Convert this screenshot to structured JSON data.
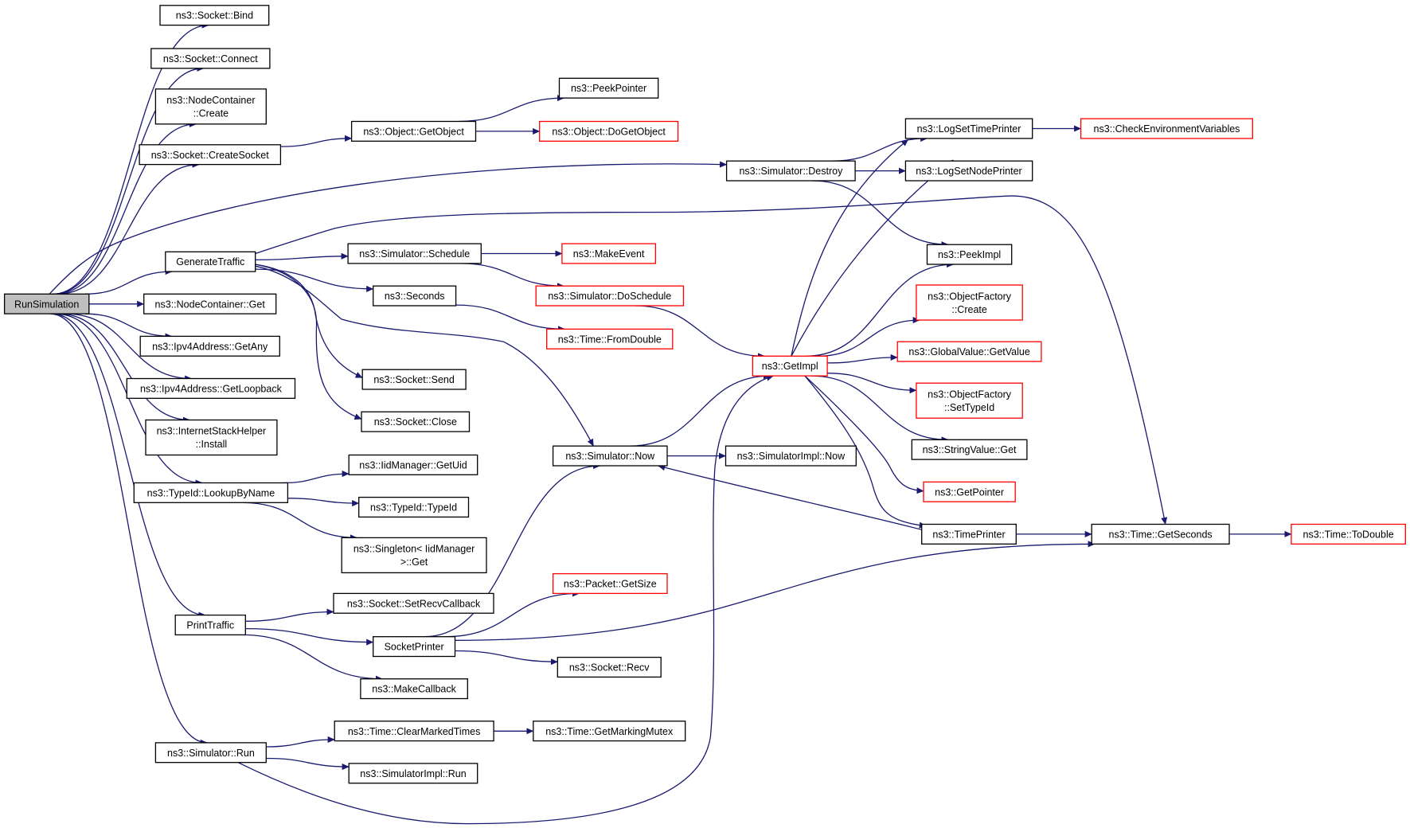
{
  "colors": {
    "edge": "#191970",
    "internal_border": "#000000",
    "external_border": "#ff0000",
    "root_fill": "#bfbfbf"
  },
  "nodes": [
    {
      "id": "runsim",
      "lines": [
        "RunSimulation"
      ],
      "kind": "root"
    },
    {
      "id": "bind",
      "lines": [
        "ns3::Socket::Bind"
      ],
      "kind": "internal"
    },
    {
      "id": "connect",
      "lines": [
        "ns3::Socket::Connect"
      ],
      "kind": "internal"
    },
    {
      "id": "nc_create",
      "lines": [
        "ns3::NodeContainer",
        "::Create"
      ],
      "kind": "internal"
    },
    {
      "id": "createsocket",
      "lines": [
        "ns3::Socket::CreateSocket"
      ],
      "kind": "internal"
    },
    {
      "id": "genTraffic",
      "lines": [
        "GenerateTraffic"
      ],
      "kind": "internal"
    },
    {
      "id": "nc_get",
      "lines": [
        "ns3::NodeContainer::Get"
      ],
      "kind": "internal"
    },
    {
      "id": "getany",
      "lines": [
        "ns3::Ipv4Address::GetAny"
      ],
      "kind": "internal"
    },
    {
      "id": "getloopback",
      "lines": [
        "ns3::Ipv4Address::GetLoopback"
      ],
      "kind": "internal"
    },
    {
      "id": "ish_install",
      "lines": [
        "ns3::InternetStackHelper",
        "::Install"
      ],
      "kind": "internal"
    },
    {
      "id": "lookupbyname",
      "lines": [
        "ns3::TypeId::LookupByName"
      ],
      "kind": "internal"
    },
    {
      "id": "printtraffic",
      "lines": [
        "PrintTraffic"
      ],
      "kind": "internal"
    },
    {
      "id": "sim_run",
      "lines": [
        "ns3::Simulator::Run"
      ],
      "kind": "internal"
    },
    {
      "id": "getobject",
      "lines": [
        "ns3::Object::GetObject"
      ],
      "kind": "internal"
    },
    {
      "id": "peekpointer",
      "lines": [
        "ns3::PeekPointer"
      ],
      "kind": "internal"
    },
    {
      "id": "dogetobject",
      "lines": [
        "ns3::Object::DoGetObject"
      ],
      "kind": "external"
    },
    {
      "id": "sim_destroy",
      "lines": [
        "ns3::Simulator::Destroy"
      ],
      "kind": "internal"
    },
    {
      "id": "sim_schedule",
      "lines": [
        "ns3::Simulator::Schedule"
      ],
      "kind": "internal"
    },
    {
      "id": "makeevent",
      "lines": [
        "ns3::MakeEvent"
      ],
      "kind": "external"
    },
    {
      "id": "doschedule",
      "lines": [
        "ns3::Simulator::DoSchedule"
      ],
      "kind": "external"
    },
    {
      "id": "seconds",
      "lines": [
        "ns3::Seconds"
      ],
      "kind": "internal"
    },
    {
      "id": "fromdouble",
      "lines": [
        "ns3::Time::FromDouble"
      ],
      "kind": "external"
    },
    {
      "id": "send",
      "lines": [
        "ns3::Socket::Send"
      ],
      "kind": "internal"
    },
    {
      "id": "close",
      "lines": [
        "ns3::Socket::Close"
      ],
      "kind": "internal"
    },
    {
      "id": "getuid",
      "lines": [
        "ns3::IidManager::GetUid"
      ],
      "kind": "internal"
    },
    {
      "id": "typeid",
      "lines": [
        "ns3::TypeId::TypeId"
      ],
      "kind": "internal"
    },
    {
      "id": "singleton_get",
      "lines": [
        "ns3::Singleton< IidManager",
        ">::Get"
      ],
      "kind": "internal"
    },
    {
      "id": "setrecvcb",
      "lines": [
        "ns3::Socket::SetRecvCallback"
      ],
      "kind": "internal"
    },
    {
      "id": "socketprinter",
      "lines": [
        "SocketPrinter"
      ],
      "kind": "internal"
    },
    {
      "id": "makecallback",
      "lines": [
        "ns3::MakeCallback"
      ],
      "kind": "internal"
    },
    {
      "id": "packet_getsize",
      "lines": [
        "ns3::Packet::GetSize"
      ],
      "kind": "external"
    },
    {
      "id": "socket_recv",
      "lines": [
        "ns3::Socket::Recv"
      ],
      "kind": "internal"
    },
    {
      "id": "clearmarked",
      "lines": [
        "ns3::Time::ClearMarkedTimes"
      ],
      "kind": "internal"
    },
    {
      "id": "getmarkingmutex",
      "lines": [
        "ns3::Time::GetMarkingMutex"
      ],
      "kind": "internal"
    },
    {
      "id": "simimpl_run",
      "lines": [
        "ns3::SimulatorImpl::Run"
      ],
      "kind": "internal"
    },
    {
      "id": "sim_now",
      "lines": [
        "ns3::Simulator::Now"
      ],
      "kind": "internal"
    },
    {
      "id": "simimpl_now",
      "lines": [
        "ns3::SimulatorImpl::Now"
      ],
      "kind": "internal"
    },
    {
      "id": "getimpl",
      "lines": [
        "ns3::GetImpl"
      ],
      "kind": "external"
    },
    {
      "id": "logsettime",
      "lines": [
        "ns3::LogSetTimePrinter"
      ],
      "kind": "internal"
    },
    {
      "id": "checkenv",
      "lines": [
        "ns3::CheckEnvironmentVariables"
      ],
      "kind": "external"
    },
    {
      "id": "logsetnode",
      "lines": [
        "ns3::LogSetNodePrinter"
      ],
      "kind": "internal"
    },
    {
      "id": "peekimpl",
      "lines": [
        "ns3::PeekImpl"
      ],
      "kind": "internal"
    },
    {
      "id": "of_create",
      "lines": [
        "ns3::ObjectFactory",
        "::Create"
      ],
      "kind": "external"
    },
    {
      "id": "gv_getvalue",
      "lines": [
        "ns3::GlobalValue::GetValue"
      ],
      "kind": "external"
    },
    {
      "id": "of_settypeid",
      "lines": [
        "ns3::ObjectFactory",
        "::SetTypeId"
      ],
      "kind": "external"
    },
    {
      "id": "stringvalue_get",
      "lines": [
        "ns3::StringValue::Get"
      ],
      "kind": "internal"
    },
    {
      "id": "getpointer",
      "lines": [
        "ns3::GetPointer"
      ],
      "kind": "external"
    },
    {
      "id": "timeprinter",
      "lines": [
        "ns3::TimePrinter"
      ],
      "kind": "internal"
    },
    {
      "id": "getseconds",
      "lines": [
        "ns3::Time::GetSeconds"
      ],
      "kind": "internal"
    },
    {
      "id": "todouble",
      "lines": [
        "ns3::Time::ToDouble"
      ],
      "kind": "external"
    }
  ],
  "edges": [
    [
      "runsim",
      "bind"
    ],
    [
      "runsim",
      "connect"
    ],
    [
      "runsim",
      "nc_create"
    ],
    [
      "runsim",
      "createsocket"
    ],
    [
      "runsim",
      "sim_destroy"
    ],
    [
      "runsim",
      "genTraffic"
    ],
    [
      "runsim",
      "nc_get"
    ],
    [
      "runsim",
      "getany"
    ],
    [
      "runsim",
      "getloopback"
    ],
    [
      "runsim",
      "ish_install"
    ],
    [
      "runsim",
      "lookupbyname"
    ],
    [
      "runsim",
      "printtraffic"
    ],
    [
      "runsim",
      "sim_run"
    ],
    [
      "createsocket",
      "getobject"
    ],
    [
      "getobject",
      "peekpointer"
    ],
    [
      "getobject",
      "dogetobject"
    ],
    [
      "genTraffic",
      "getseconds"
    ],
    [
      "genTraffic",
      "sim_schedule"
    ],
    [
      "genTraffic",
      "seconds"
    ],
    [
      "genTraffic",
      "sim_now"
    ],
    [
      "genTraffic",
      "send"
    ],
    [
      "genTraffic",
      "close"
    ],
    [
      "sim_schedule",
      "makeevent"
    ],
    [
      "sim_schedule",
      "doschedule"
    ],
    [
      "seconds",
      "fromdouble"
    ],
    [
      "doschedule",
      "getimpl"
    ],
    [
      "sim_destroy",
      "logsettime"
    ],
    [
      "sim_destroy",
      "logsetnode"
    ],
    [
      "sim_destroy",
      "peekimpl"
    ],
    [
      "logsettime",
      "checkenv"
    ],
    [
      "lookupbyname",
      "getuid"
    ],
    [
      "lookupbyname",
      "typeid"
    ],
    [
      "lookupbyname",
      "singleton_get"
    ],
    [
      "printtraffic",
      "setrecvcb"
    ],
    [
      "printtraffic",
      "socketprinter"
    ],
    [
      "printtraffic",
      "makecallback"
    ],
    [
      "socketprinter",
      "sim_now"
    ],
    [
      "socketprinter",
      "packet_getsize"
    ],
    [
      "socketprinter",
      "socket_recv"
    ],
    [
      "socketprinter",
      "getseconds"
    ],
    [
      "sim_run",
      "clearmarked"
    ],
    [
      "sim_run",
      "simimpl_run"
    ],
    [
      "sim_run",
      "getimpl"
    ],
    [
      "clearmarked",
      "getmarkingmutex"
    ],
    [
      "sim_now",
      "getimpl"
    ],
    [
      "sim_now",
      "simimpl_now"
    ],
    [
      "getimpl",
      "logsettime"
    ],
    [
      "getimpl",
      "logsetnode"
    ],
    [
      "getimpl",
      "peekimpl"
    ],
    [
      "getimpl",
      "of_create"
    ],
    [
      "getimpl",
      "gv_getvalue"
    ],
    [
      "getimpl",
      "of_settypeid"
    ],
    [
      "getimpl",
      "stringvalue_get"
    ],
    [
      "getimpl",
      "getpointer"
    ],
    [
      "getimpl",
      "timeprinter"
    ],
    [
      "timeprinter",
      "sim_now"
    ],
    [
      "timeprinter",
      "getseconds"
    ],
    [
      "getseconds",
      "todouble"
    ]
  ]
}
